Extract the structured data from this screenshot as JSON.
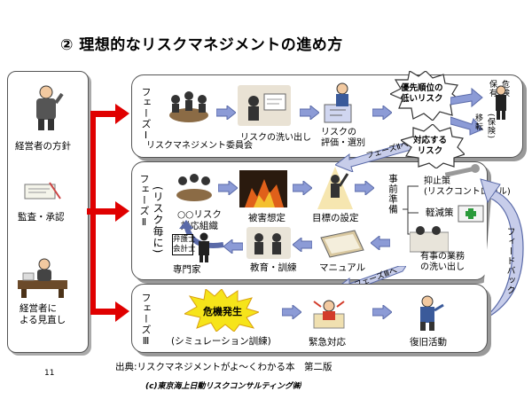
{
  "title": "② 理想的なリスクマネジメントの進め方",
  "left": {
    "items": [
      "経営者の方針",
      "監査・承認",
      "経営者に\nよる見直し"
    ]
  },
  "phase1": {
    "label": "フェーズⅠ",
    "steps": [
      "リスクマネジメント委員会",
      "リスクの洗い出し",
      "リスクの\n評価・選別"
    ],
    "callout": "優先順位の\n低いリスク",
    "right_a": "危険\n保有",
    "right_b": "(保険)\n移転"
  },
  "phase2": {
    "label": "フェーズⅡ",
    "sub_label": "(リスク毎に)",
    "callout": "対応する\nリスク",
    "bar_label": "フェーズⅡへ",
    "steps": [
      "○○リスク\n対応組織",
      "被害想定",
      "目標の設定",
      "事前準備",
      "抑止策\n(リスクコントロール)",
      "軽減策",
      "有事の業務\nの洗い出し",
      "マニュアル",
      "教育・訓練",
      "専門家"
    ],
    "tag": "弁護士\n会計士"
  },
  "phase3": {
    "label": "フェーズⅢ",
    "bar_label": "フェーズⅢへ",
    "burst": "危機発生",
    "sim": "(シミュレーション訓練)",
    "steps": [
      "緊急対応",
      "復旧活動"
    ]
  },
  "feedback": "フィードバック",
  "page_number": "11",
  "source": "出典:リスクマネジメントがよ〜くわかる本　第二版",
  "credit": "(c)東京海上日動リスクコンサルティング㈱"
}
